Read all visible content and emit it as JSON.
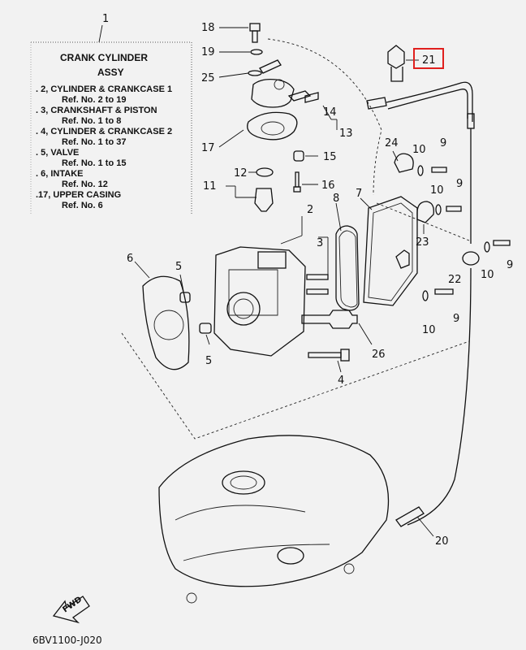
{
  "legend": {
    "ref": "1",
    "title_line1": "CRANK CYLINDER",
    "title_line2": "ASSY",
    "items": [
      {
        "line1": ". 2, CYLINDER & CRANKCASE 1",
        "line2": "Ref. No. 2 to 19"
      },
      {
        "line1": ". 3, CRANKSHAFT & PISTON",
        "line2": "Ref. No. 1 to 8"
      },
      {
        "line1": ". 4, CYLINDER & CRANKCASE 2",
        "line2": "Ref. No. 1 to 37"
      },
      {
        "line1": ". 5, VALVE",
        "line2": "Ref. No. 1 to 15"
      },
      {
        "line1": ". 6, INTAKE",
        "line2": "Ref. No. 12"
      },
      {
        "line1": ".17, UPPER CASING",
        "line2": "Ref. No. 6"
      }
    ]
  },
  "callouts": {
    "c18": "18",
    "c19": "19",
    "c25": "25",
    "c21": "21",
    "c14": "14",
    "c13": "13",
    "c17": "17",
    "c15": "15",
    "c12": "12",
    "c11": "11",
    "c16": "16",
    "c24": "24",
    "c10a": "10",
    "c9a": "9",
    "c10b": "10",
    "c9b": "9",
    "c23": "23",
    "c8": "8",
    "c7": "7",
    "c2": "2",
    "c3": "3",
    "c6": "6",
    "c5a": "5",
    "c5b": "5",
    "c9c": "9",
    "c10c": "10",
    "c22": "22",
    "c9d": "9",
    "c10d": "10",
    "c26": "26",
    "c4": "4",
    "c20": "20"
  },
  "fwd_label": "FWD",
  "diagram_code": "6BV1100-J020",
  "highlight_color": "#e0201e"
}
